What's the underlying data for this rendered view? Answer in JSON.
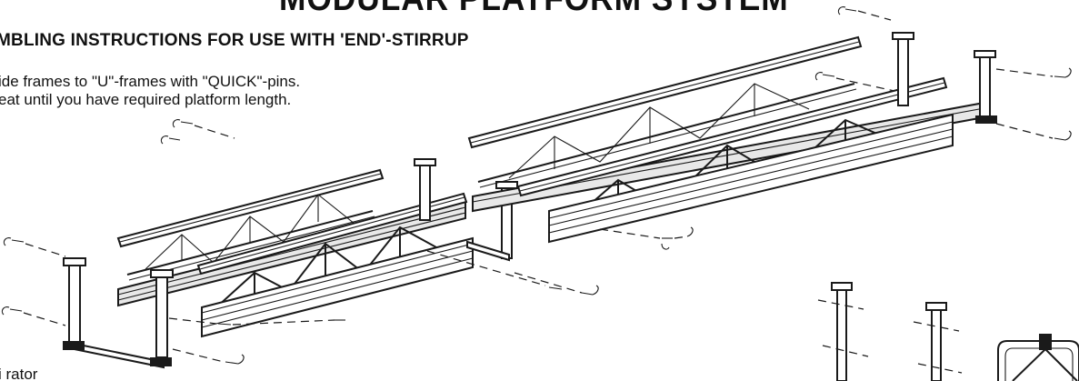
{
  "document": {
    "title": "MODULAR PLATFORM SYSTEM",
    "subtitle": "MBLING INSTRUCTIONS FOR USE WITH 'END'-STIRRUP",
    "steps": [
      "ide frames to \"U\"-frames with \"QUICK\"-pins.",
      "eat until you have required platform length."
    ],
    "bottom_note": "i                 rator"
  }
}
